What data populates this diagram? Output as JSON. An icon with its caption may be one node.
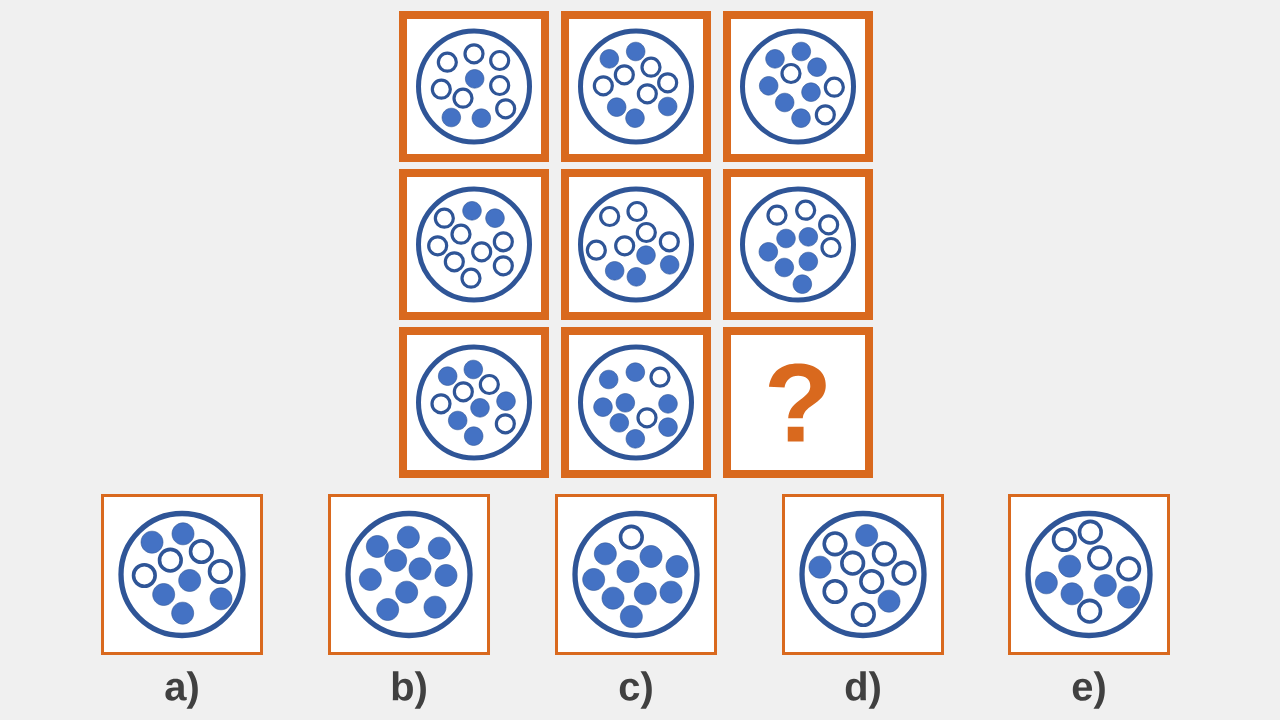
{
  "diagram": {
    "nodes": [
      {
        "text": [],
        "shape": "box"
      },
      {
        "text": [],
        "shape": "box"
      },
      {
        "text": [],
        "shape": "box"
      },
      {
        "text": [],
        "shape": "box"
      },
      {
        "text": [],
        "shape": "box"
      },
      {
        "text": [],
        "shape": "box"
      },
      {
        "text": [],
        "shape": "box"
      },
      {
        "text": [],
        "shape": "box"
      },
      {
        "text": [
          "?"
        ]
      },
      {
        "text": [],
        "shape": "box",
        "beside": [
          "a)"
        ]
      },
      {
        "text": [],
        "shape": "box",
        "beside": [
          "b)"
        ]
      },
      {
        "text": [],
        "shape": "box",
        "beside": [
          "c)"
        ]
      },
      {
        "text": [],
        "shape": "box",
        "beside": [
          "d)"
        ]
      },
      {
        "text": [],
        "shape": "box",
        "beside": [
          "e)"
        ]
      }
    ]
  }
}
